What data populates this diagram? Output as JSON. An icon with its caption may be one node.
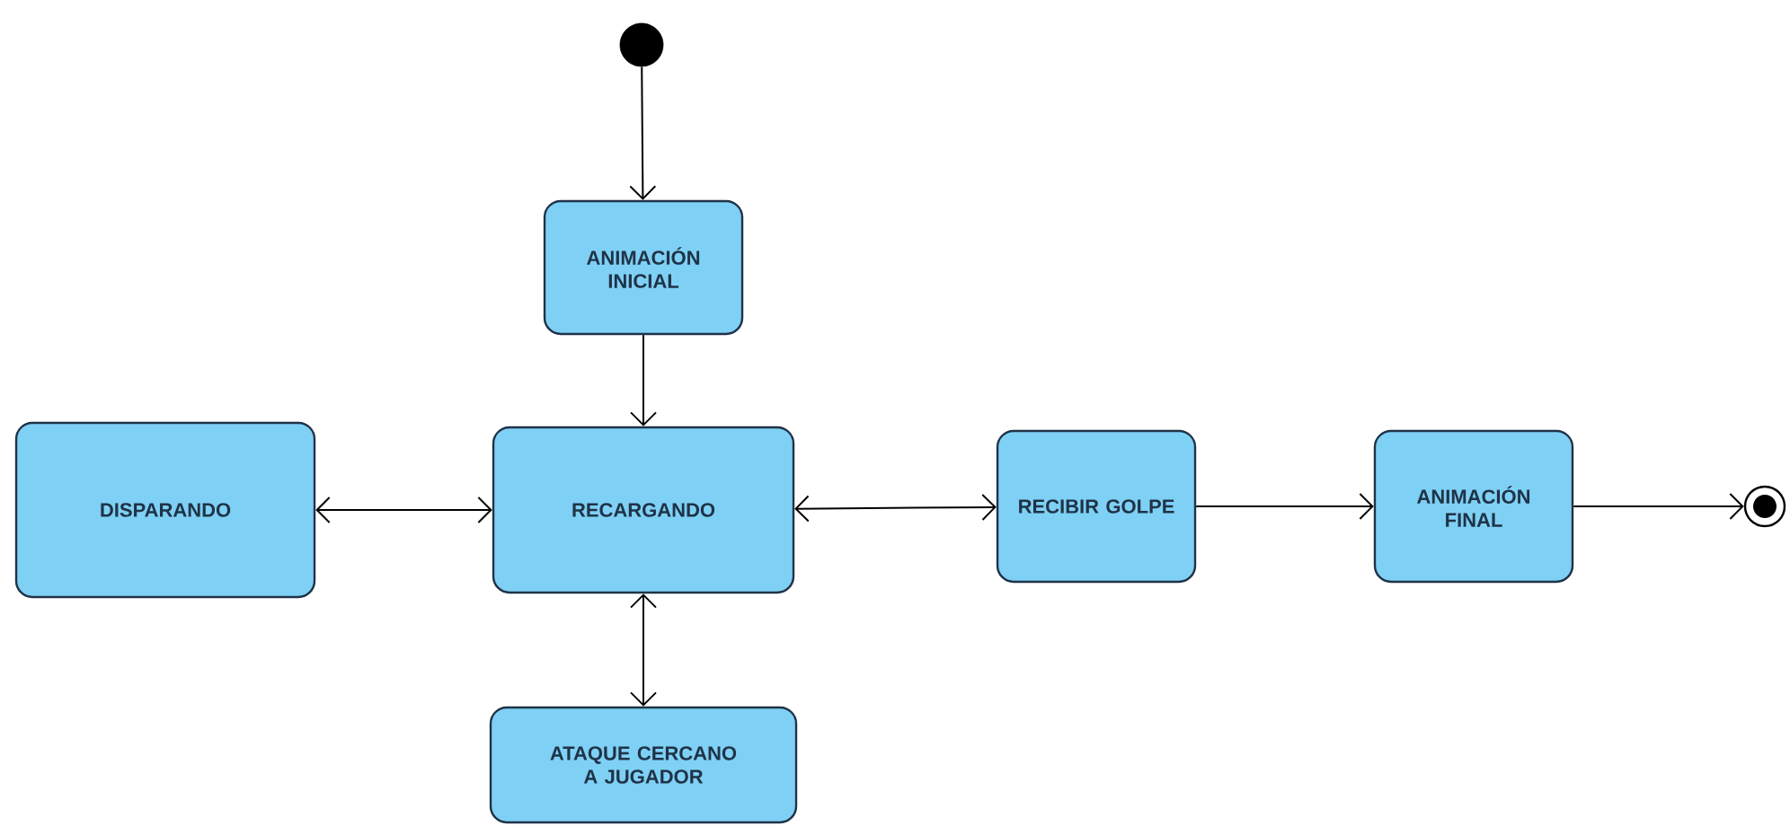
{
  "diagram": {
    "nodes": [
      {
        "text": [],
        "shape": "circle"
      },
      {
        "text": [
          "ANIMACIÓN INICIAL"
        ]
      },
      {
        "text": [
          "DISPARANDO"
        ]
      },
      {
        "text": [
          "RECARGANDO"
        ]
      },
      {
        "text": [
          "RECIBIR GOLPE"
        ]
      },
      {
        "text": [
          "ANIMACIÓN FINAL"
        ]
      },
      {
        "text": [],
        "shape": "bullseye"
      },
      {
        "text": [
          "ATAQUE CERCANO A JUGADOR"
        ]
      }
    ],
    "edges": [
      {
        "from": 0,
        "to": 1,
        "arrow": "to"
      },
      {
        "from": 1,
        "to": 3,
        "arrow": "to"
      },
      {
        "from": 3,
        "to": 2,
        "arrow": "both"
      },
      {
        "from": 3,
        "to": 4,
        "arrow": "both"
      },
      {
        "from": 4,
        "to": 5,
        "arrow": "to"
      },
      {
        "from": 5,
        "to": 6,
        "arrow": "to"
      },
      {
        "from": 3,
        "to": 7,
        "arrow": "both"
      }
    ]
  }
}
